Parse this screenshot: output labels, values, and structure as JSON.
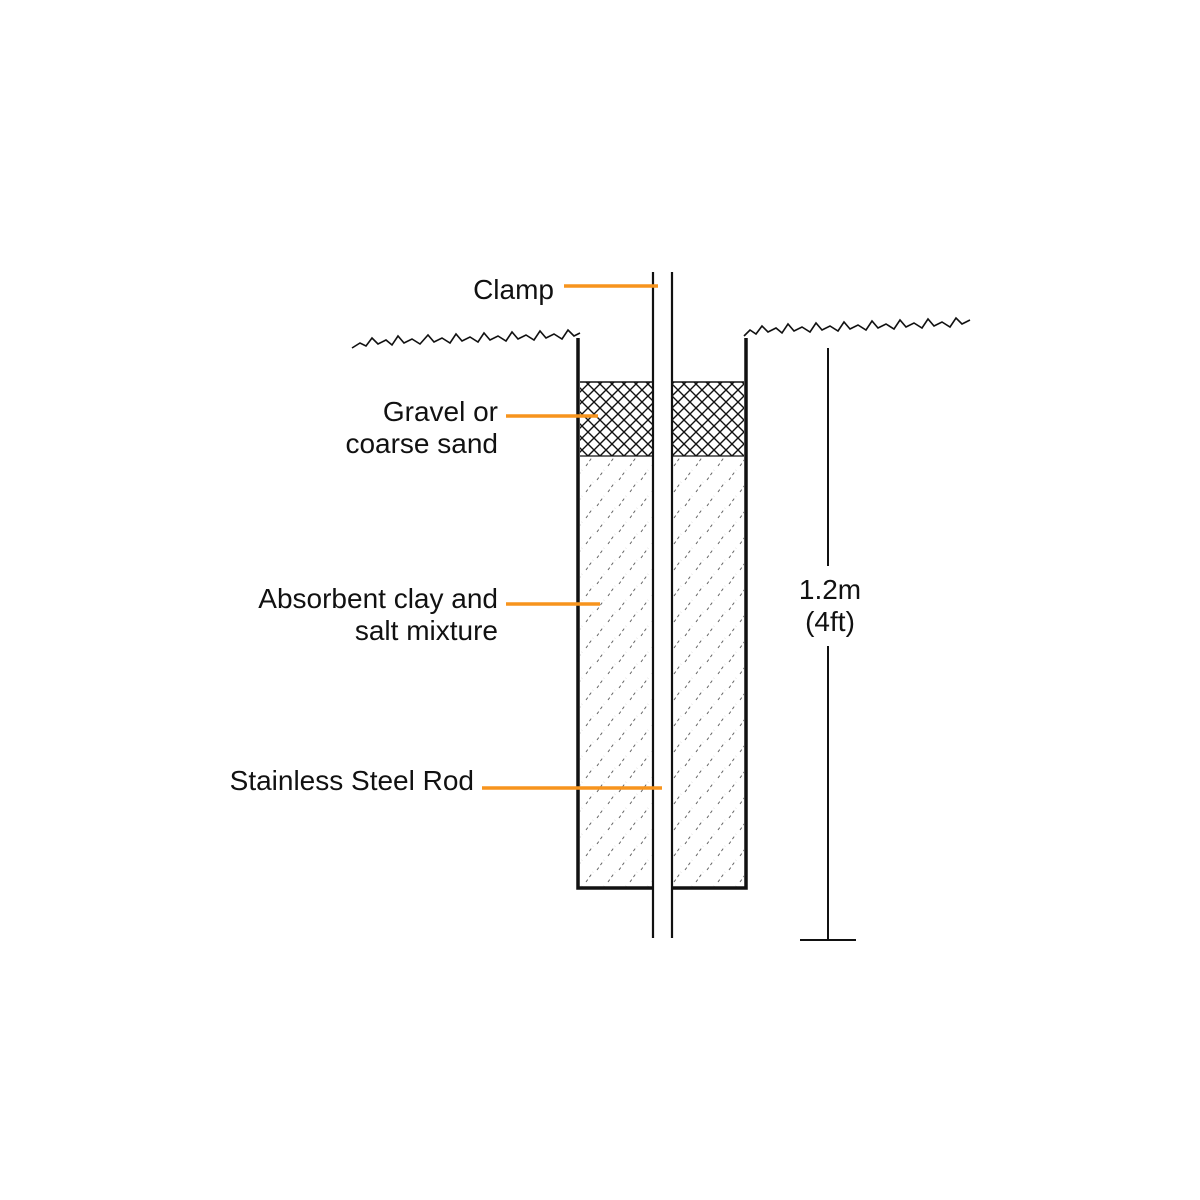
{
  "colors": {
    "leader": "#f7941d",
    "ink": "#111111",
    "background": "#ffffff"
  },
  "labels": {
    "clamp": "Clamp",
    "gravel_line1": "Gravel or",
    "gravel_line2": "coarse sand",
    "clay_line1": "Absorbent clay and",
    "clay_line2": "salt mixture",
    "rod": "Stainless Steel Rod",
    "depth_line1": "1.2m",
    "depth_line2": "(4ft)"
  }
}
